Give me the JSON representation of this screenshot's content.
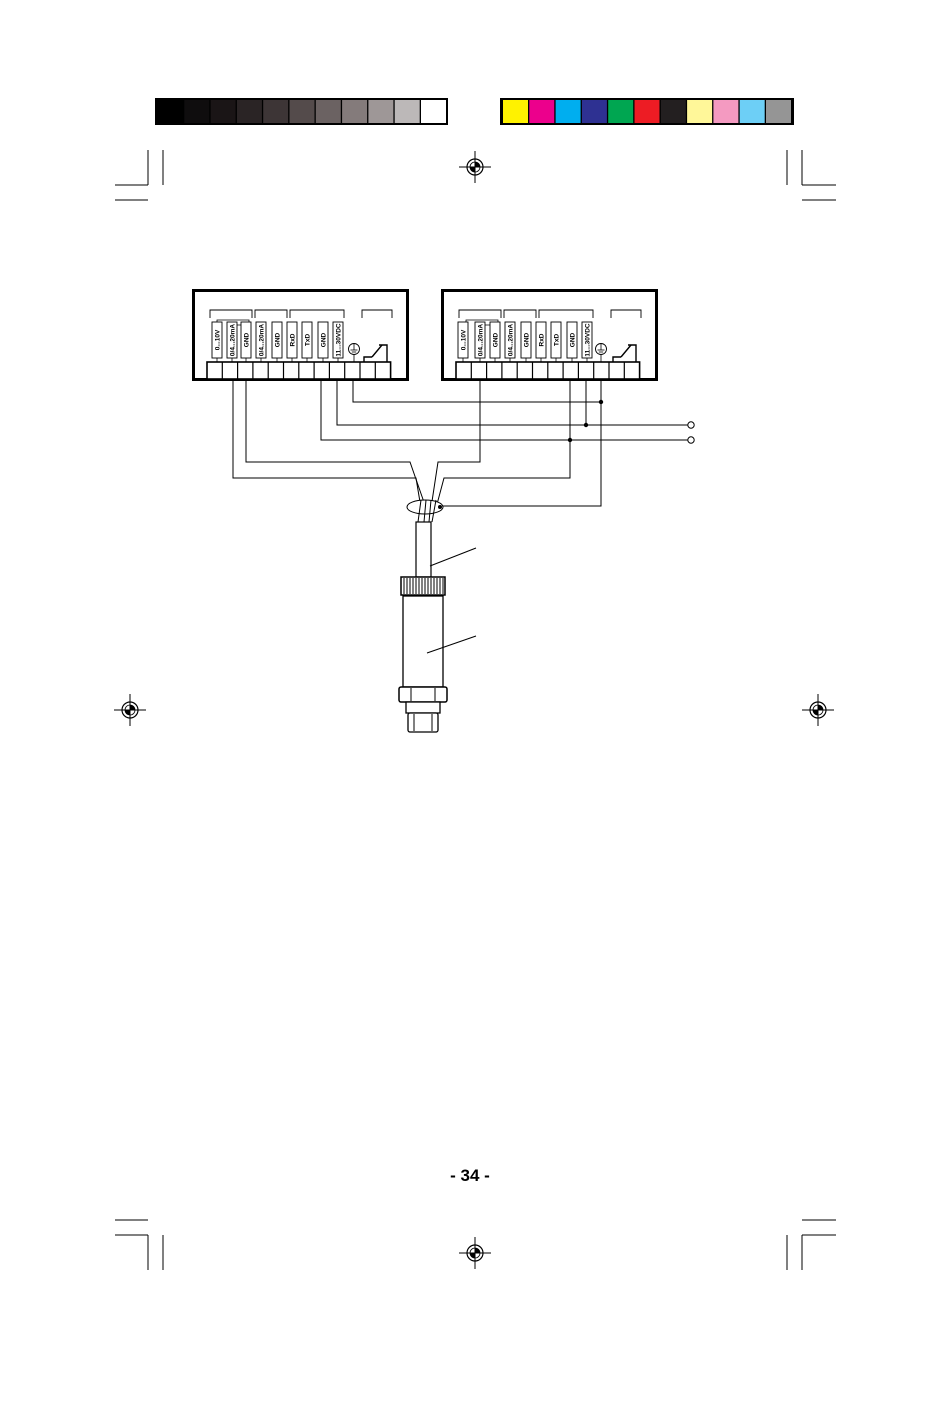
{
  "print_marks": {
    "grayscale_bar": [
      "#000000",
      "#0f0d0e",
      "#1a1516",
      "#2a2425",
      "#3d3536",
      "#544b4b",
      "#6b6262",
      "#847b7b",
      "#9e9797",
      "#bcb8b8",
      "#ffffff"
    ],
    "color_bar": [
      "#fff200",
      "#ec008c",
      "#00aeef",
      "#2e3192",
      "#00a651",
      "#ed1c24",
      "#231f20",
      "#fff799",
      "#f49ac1",
      "#6dcff6",
      "#959595"
    ]
  },
  "diagram": {
    "terminal_labels": [
      "0...10V",
      "0/4...20mA",
      "GND",
      "0/4...20mA",
      "GND",
      "RxD",
      "TxD",
      "GND",
      "11...30VDC"
    ],
    "ground_symbol": "earth-ground-icon",
    "relay_symbol": "relay-contact-icon",
    "terminal_count": 12,
    "devices": 2
  },
  "page": {
    "number": "- 34 -"
  }
}
